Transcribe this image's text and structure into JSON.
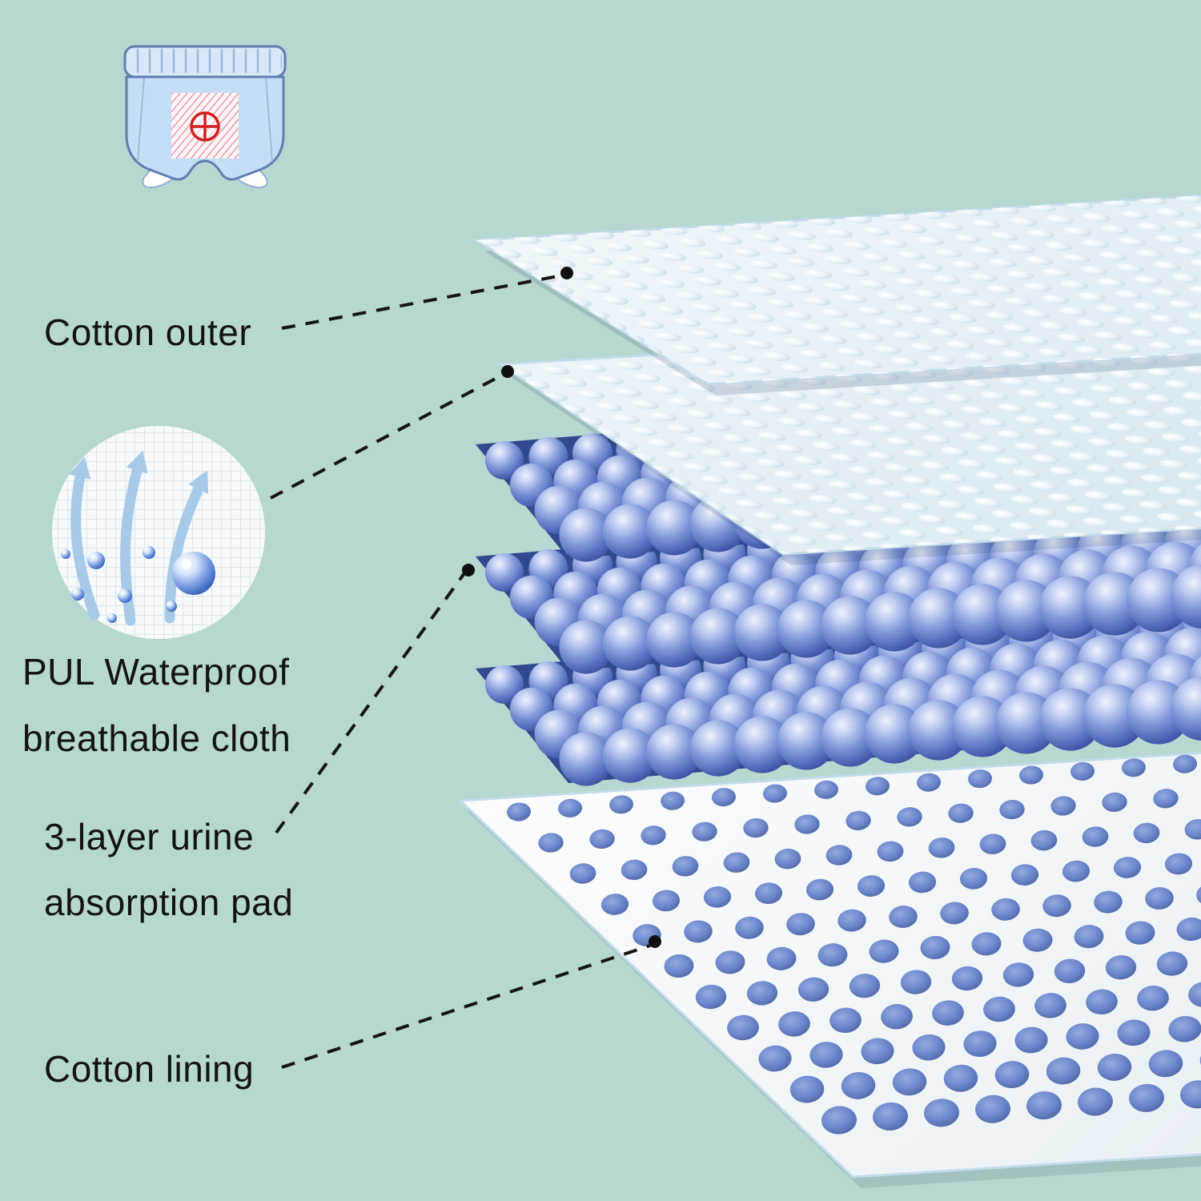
{
  "page": {
    "background_color": "#b6d8d0"
  },
  "labels": {
    "cotton_outer": "Cotton outer",
    "pul_waterproof_line1": "PUL Waterproof",
    "pul_waterproof_line2": "breathable cloth",
    "absorption_pad_line1": "3-layer urine",
    "absorption_pad_line2": "absorption pad",
    "cotton_lining": "Cotton lining"
  },
  "diagram": {
    "type": "exploded-layer-diagram",
    "layers": [
      {
        "name": "Cotton outer",
        "appearance": "white quilted top sheet"
      },
      {
        "name": "PUL Waterproof breathable cloth",
        "appearance": "white quilted second sheet"
      },
      {
        "name": "3-layer urine absorption pad",
        "appearance": "three stacked rows of blue absorbent beads"
      },
      {
        "name": "Cotton lining",
        "appearance": "white bottom sheet with blue perforation holes"
      }
    ],
    "colors": {
      "background": "#b6d8d0",
      "bead_blue": "#5771bf",
      "bead_shadow": "#31498f",
      "sheet_white": "#edf5f9",
      "hole_blue": "#6c87cc",
      "label_text": "#131313",
      "leader_line": "#151515",
      "hatch_red": "#e4808f",
      "pants_blue": "#c6def5",
      "droplet_blue": "#2f58b8"
    }
  },
  "icons": {
    "training_pants_icon": "training pants with absorbent zone marked by red cross",
    "breathable_fabric_icon": "waterproof breathable fabric with rising air arrows and water droplets"
  }
}
